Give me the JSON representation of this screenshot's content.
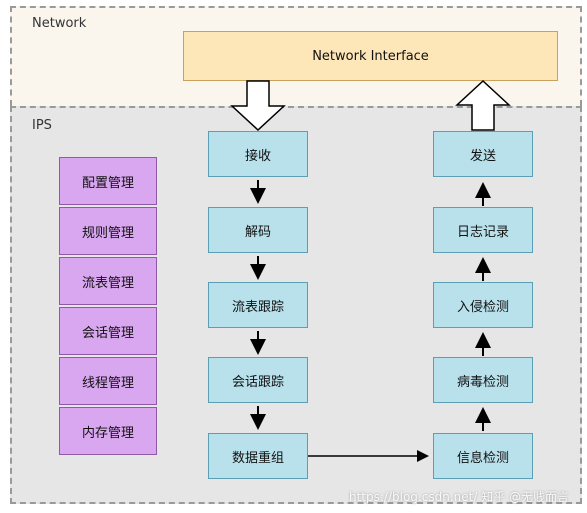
{
  "zones": {
    "network": "Network",
    "ips": "IPS"
  },
  "network_interface": "Network Interface",
  "management": [
    "配置管理",
    "规则管理",
    "流表管理",
    "会话管理",
    "线程管理",
    "内存管理"
  ],
  "receive_chain": [
    "接收",
    "解码",
    "流表跟踪",
    "会话跟踪",
    "数据重组"
  ],
  "send_chain": [
    "发送",
    "日志记录",
    "入侵检测",
    "病毒检测",
    "信息检测"
  ],
  "watermark": "https://blog.csdn.net/  知乎 @无贱而言",
  "colors": {
    "interface": "#fde6b8",
    "process": "#b9e1ec",
    "management": "#d9a6f0"
  }
}
